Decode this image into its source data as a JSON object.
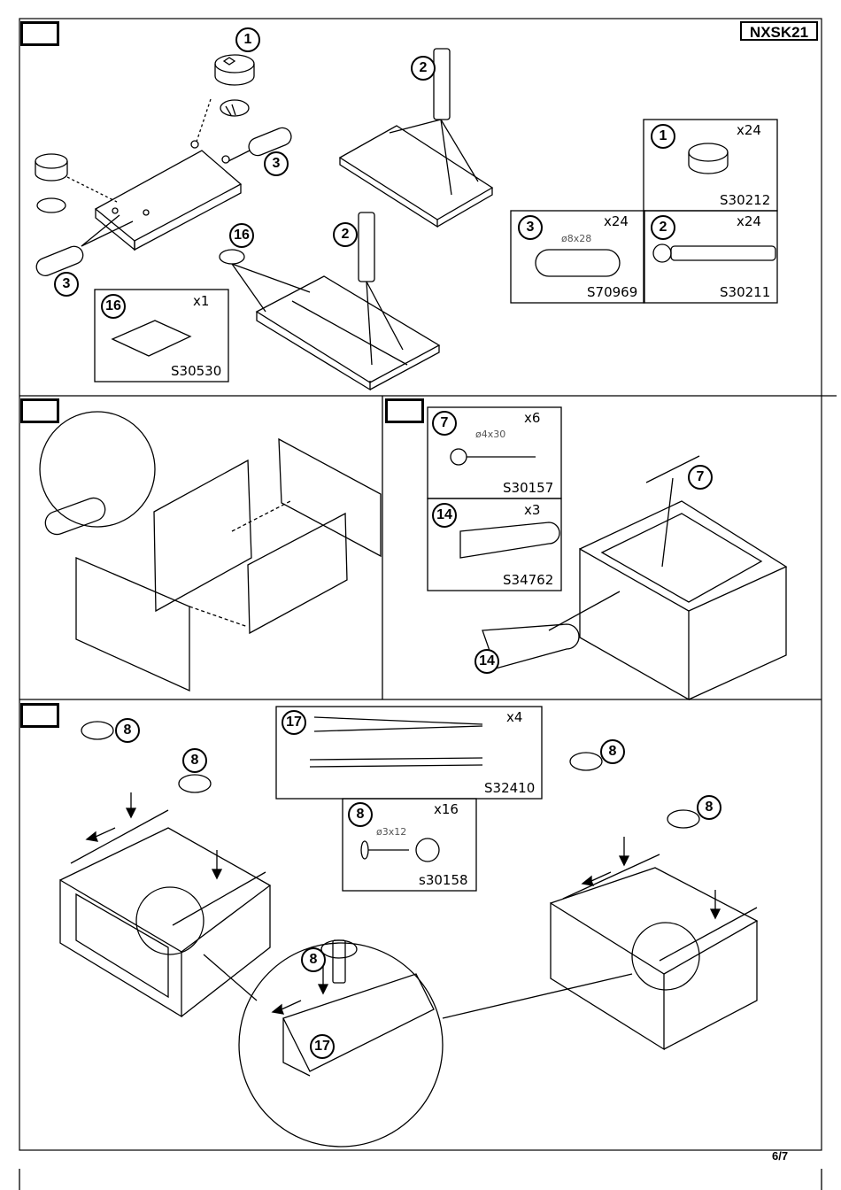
{
  "document": {
    "model_code": "NXSK21",
    "page_number": "6/7"
  },
  "parts": {
    "p1": {
      "num": "1",
      "qty": "x24",
      "code": "S30212"
    },
    "p2": {
      "num": "2",
      "qty": "x24",
      "code": "S30211"
    },
    "p3": {
      "num": "3",
      "qty": "x24",
      "dim": "ø8x28",
      "code": "S70969"
    },
    "p16": {
      "num": "16",
      "qty": "x1",
      "code": "S30530"
    },
    "p7": {
      "num": "7",
      "qty": "x6",
      "dim": "ø4x30",
      "code": "S30157"
    },
    "p14": {
      "num": "14",
      "qty": "x3",
      "code": "S34762"
    },
    "p17": {
      "num": "17",
      "qty": "x4",
      "code": "S32410"
    },
    "p8": {
      "num": "8",
      "qty": "x16",
      "dim": "ø3x12",
      "code": "s30158"
    }
  },
  "callouts": {
    "c1": "1",
    "c2": "2",
    "c3": "3",
    "c7": "7",
    "c8": "8",
    "c14": "14",
    "c16": "16",
    "c17": "17"
  }
}
